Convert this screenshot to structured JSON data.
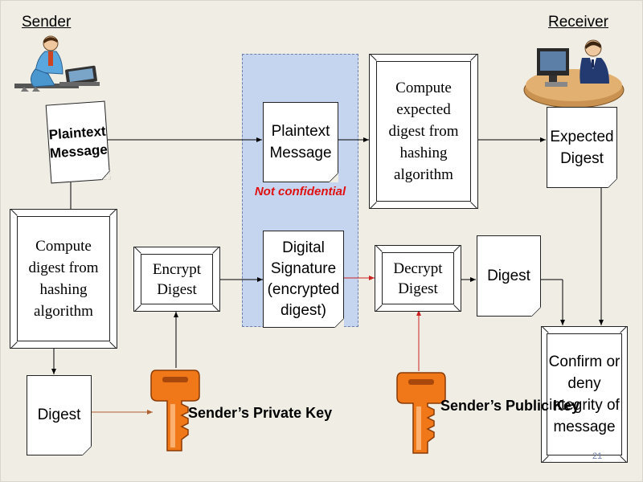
{
  "labels": {
    "sender": "Sender",
    "receiver": "Receiver"
  },
  "plaintext_source": "Plaintext Message",
  "plaintext_sent": "Plaintext Message",
  "not_confidential": "Not confidential",
  "compute_digest_sender": "Compute digest from hashing algorithm",
  "digest_sender": "Digest",
  "encrypt_digest": "Encrypt Digest",
  "digital_signature": "Digital Signature (encrypted digest)",
  "compute_expected": "Compute expected digest from hashing algorithm",
  "expected_digest": "Expected Digest",
  "decrypt_digest": "Decrypt Digest",
  "digest_receiver": "Digest",
  "confirm": "Confirm or deny integrity of message",
  "private_key": "Sender’s Private Key",
  "public_key": "Sender’s Public Key",
  "page_number": "21",
  "colors": {
    "background": "#efede4",
    "channel": "#c5d5f0",
    "key": "#f07818",
    "warning_text": "#e01010",
    "red_arrow": "#cc2222",
    "brown_arrow": "#b06030"
  },
  "icons": [
    "sender-person-icon",
    "receiver-person-icon",
    "private-key-icon",
    "public-key-icon"
  ]
}
